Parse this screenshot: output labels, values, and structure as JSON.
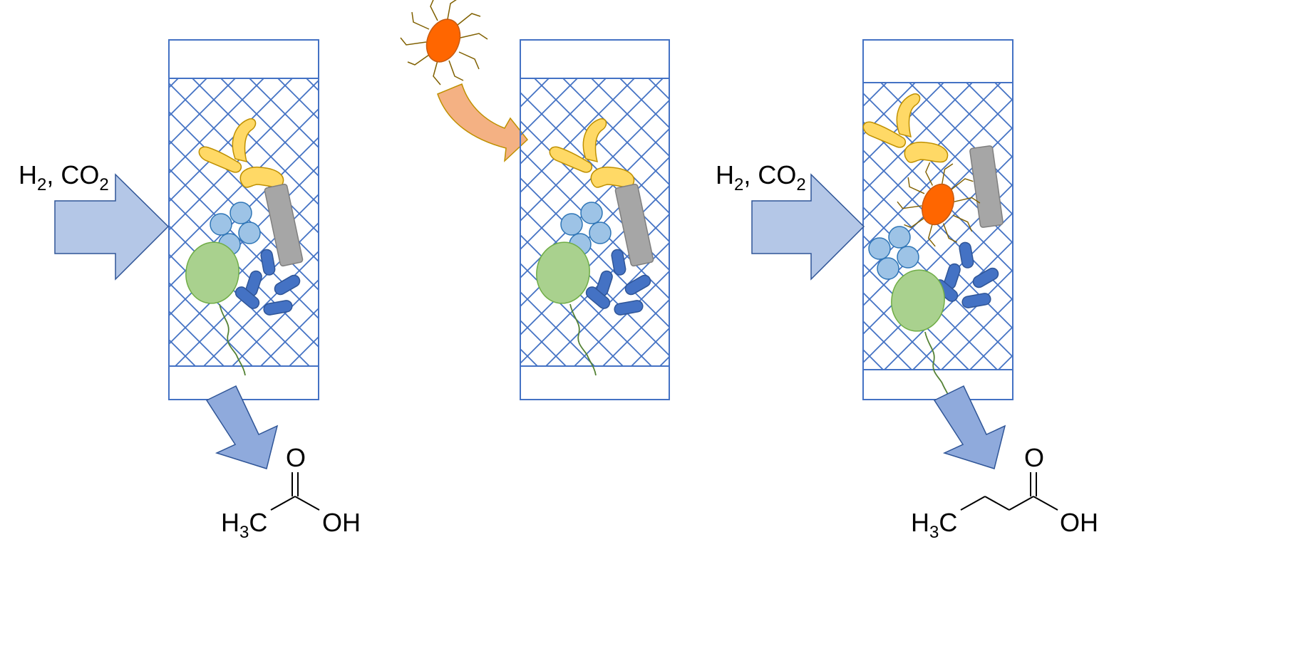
{
  "labels": {
    "feed_left": {
      "main": "H",
      "sub1": "2",
      "mid": ", CO",
      "sub2": "2"
    },
    "feed_right": {
      "main": "H",
      "sub1": "2",
      "mid": ", CO",
      "sub2": "2"
    }
  },
  "acetate": {
    "carbonyl_o": "O",
    "methyl_h": "H",
    "methyl_sub": "3",
    "methyl_c": "C",
    "hydroxyl": "OH"
  },
  "butyrate": {
    "carbonyl_o": "O",
    "methyl_h": "H",
    "methyl_sub": "3",
    "methyl_c": "C",
    "hydroxyl": "OH"
  },
  "colors": {
    "reactor_border": "#4472c4",
    "mesh": "#4472c4",
    "feed_arrow": "#b4c7e7",
    "output_arrow": "#8faadc",
    "inoculation_arrow": "#f4b183",
    "yellow_microbe": "#ffd966",
    "light_blue_cocci": "#9dc3e6",
    "dark_blue_rods": "#4472c4",
    "green_microbe": "#a9d18e",
    "grey_rod": "#a6a6a6",
    "orange_microbe": "#ff6600"
  }
}
